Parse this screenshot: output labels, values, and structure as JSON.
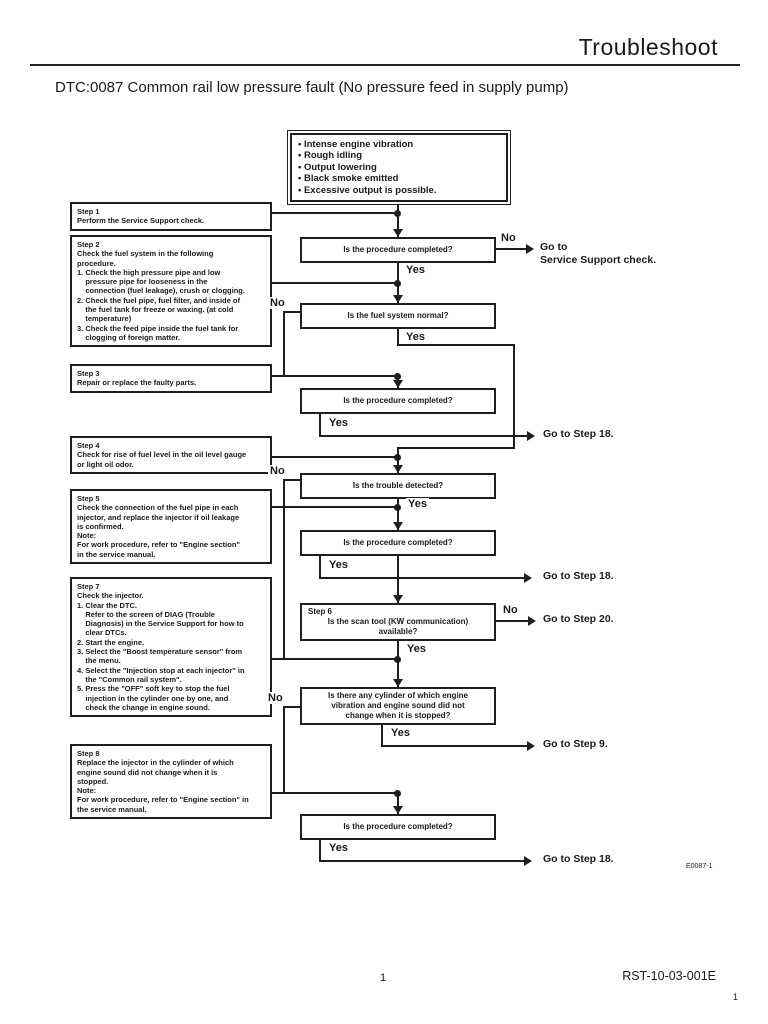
{
  "header": {
    "title": "Troubleshoot"
  },
  "doc": {
    "title": "DTC:0087 Common rail low pressure fault (No pressure feed in supply pump)"
  },
  "symptom_box": {
    "items": [
      "• Intense engine vibration",
      "• Rough idling",
      "• Output lowering",
      "• Black smoke emitted",
      "• Excessive output is possible."
    ]
  },
  "steps": [
    {
      "title": "Step 1",
      "body": "Perform the Service Support check."
    },
    {
      "title": "Step 2",
      "body": "Check the fuel system in the following\nprocedure.\n1. Check the high pressure pipe and low\n    pressure pipe for looseness in the\n    connection (fuel leakage), crush or clogging.\n2. Check the fuel pipe, fuel filter, and inside of\n    the fuel tank for freeze or waxing. (at cold\n    temperature)\n3. Check the feed pipe inside the fuel tank for\n    clogging of foreign matter."
    },
    {
      "title": "Step 3",
      "body": "Repair or replace the faulty parts."
    },
    {
      "title": "Step 4",
      "body": "Check for rise of fuel level in the oil level gauge\nor light oil odor."
    },
    {
      "title": "Step 5",
      "body": "Check the connection of the fuel pipe in each\ninjector, and replace the injector if oil leakage\nis confirmed.\nNote:\nFor work procedure, refer to \"Engine section\"\nin the service manual."
    },
    {
      "title": "Step 7",
      "body": "Check the injector.\n1. Clear the DTC.\n    Refer to the screen of DIAG (Trouble\n    Diagnosis) in the Service Support for how to\n    clear DTCs.\n2. Start the engine.\n3. Select the \"Boost temperature sensor\" from\n    the menu.\n4. Select the \"Injection stop at each injector\" in\n    the \"Common rail system\".\n5. Press the \"OFF\" soft key to stop the fuel\n    injection in the cylinder one by one, and\n    check the change in engine sound."
    },
    {
      "title": "Step 8",
      "body": "Replace the injector in the cylinder of which\nengine sound did not change when it is\nstopped.\nNote:\nFor work procedure, refer to \"Engine section\" in\nthe service manual."
    }
  ],
  "decisions": {
    "d1": {
      "q": "Is the procedure completed?"
    },
    "d2": {
      "q": "Is the fuel system normal?"
    },
    "d3": {
      "q": "Is the procedure completed?"
    },
    "d4": {
      "q": "Is the trouble detected?"
    },
    "d5": {
      "q": "Is the procedure completed?"
    },
    "step6": {
      "title": "Step 6",
      "q": "Is the scan tool (KW communication)\navailable?"
    },
    "d6": {
      "q": "Is there any cylinder of which engine\nvibration and engine sound did not\nchange when it is stopped?"
    },
    "d7": {
      "q": "Is the procedure completed?"
    }
  },
  "labels": {
    "yes": "Yes",
    "no": "No",
    "goto_service": "Go to\nService Support check.",
    "goto_step18": "Go to Step 18.",
    "goto_step20": "Go to Step 20.",
    "goto_step9": "Go to Step 9.",
    "figure_code": "E0087-1"
  },
  "footer": {
    "page_number": "1",
    "doc_code": "RST-10-03-001E",
    "corner_number": "1"
  }
}
